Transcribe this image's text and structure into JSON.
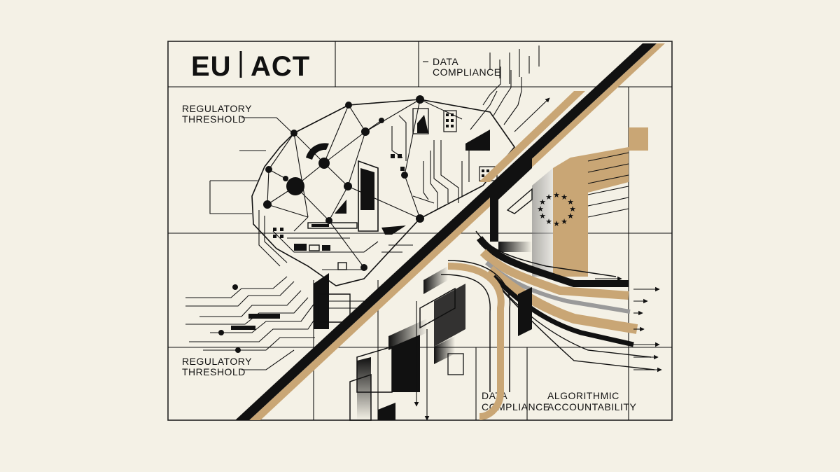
{
  "title": {
    "left": "EU",
    "right": "ACT"
  },
  "labels": {
    "data_compliance_top": [
      "DATA",
      "COMPLIANCE"
    ],
    "regulatory_threshold_top": [
      "REGULATORY",
      "THRESHOLD"
    ],
    "regulatory_threshold_bottom": [
      "REGULATORY",
      "THRESHOLD"
    ],
    "data_compliance_bottom": [
      "DATA",
      "COMPLIANCE"
    ],
    "algorithmic_accountability": [
      "ALGORITHMIC",
      "ACCOUNTABILITY"
    ]
  },
  "colors": {
    "background": "#f4f1e6",
    "ink": "#111111",
    "accent_gold": "#c9a675",
    "grey": "#9a9a9a"
  },
  "icons": [
    "eu-stars-icon",
    "neural-brain-icon",
    "arrow-icon"
  ]
}
